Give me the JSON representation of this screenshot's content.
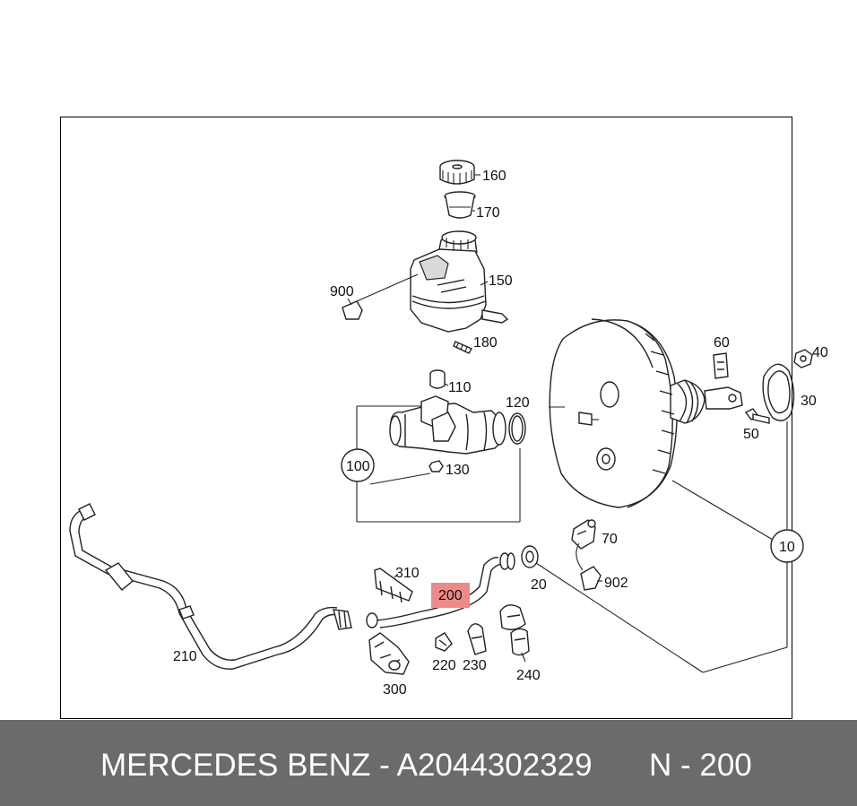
{
  "labels": {
    "p160": "160",
    "p170": "170",
    "p150": "150",
    "p900": "900",
    "p180": "180",
    "p110": "110",
    "p120": "120",
    "p100": "100",
    "p130": "130",
    "p60": "60",
    "p40": "40",
    "p30": "30",
    "p50": "50",
    "p70": "70",
    "p10": "10",
    "p902": "902",
    "p20": "20",
    "p310": "310",
    "p200": "200",
    "p210": "210",
    "p220": "220",
    "p230": "230",
    "p240": "240",
    "p300": "300"
  },
  "highlight_color": "#f08a8a",
  "footer": {
    "brand_part": "MERCEDES BENZ - A2044302329",
    "position": "N - 200"
  }
}
